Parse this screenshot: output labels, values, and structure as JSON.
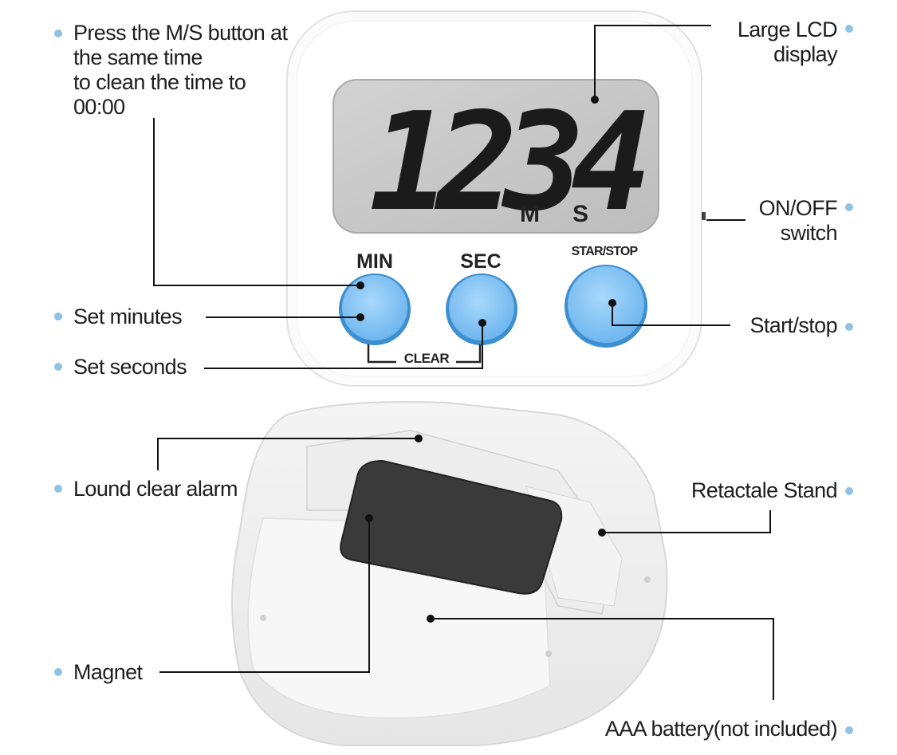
{
  "colors": {
    "bullet": "#8fc3e6",
    "button_blue": "#86c6f5",
    "lcd_background": "#c9c9c9",
    "lcd_digits": "#1b1b1b",
    "body_white": "#fafafa",
    "magnet": "#3a3a3a",
    "leader_line": "#111111"
  },
  "icons": {
    "bullet": "dot-bullet-icon"
  },
  "device": {
    "lcd_digits": "1234",
    "unit_minutes": "M",
    "unit_seconds": "S",
    "button_min_label": "MIN",
    "button_sec_label": "SEC",
    "button_start_label": "STAR/STOP",
    "clear_label": "CLEAR"
  },
  "callouts": {
    "press_ms": [
      "Press the M/S button at",
      "the same time",
      "to clean the time to",
      "00:00"
    ],
    "large_lcd": [
      "Large LCD",
      "display"
    ],
    "on_off": [
      "ON/OFF",
      "switch"
    ],
    "set_minutes": "Set minutes",
    "set_seconds": "Set seconds",
    "start_stop": "Start/stop",
    "alarm": "Lound clear alarm",
    "stand": "Retactale Stand",
    "magnet": "Magnet",
    "battery": "AAA battery(not included)"
  }
}
